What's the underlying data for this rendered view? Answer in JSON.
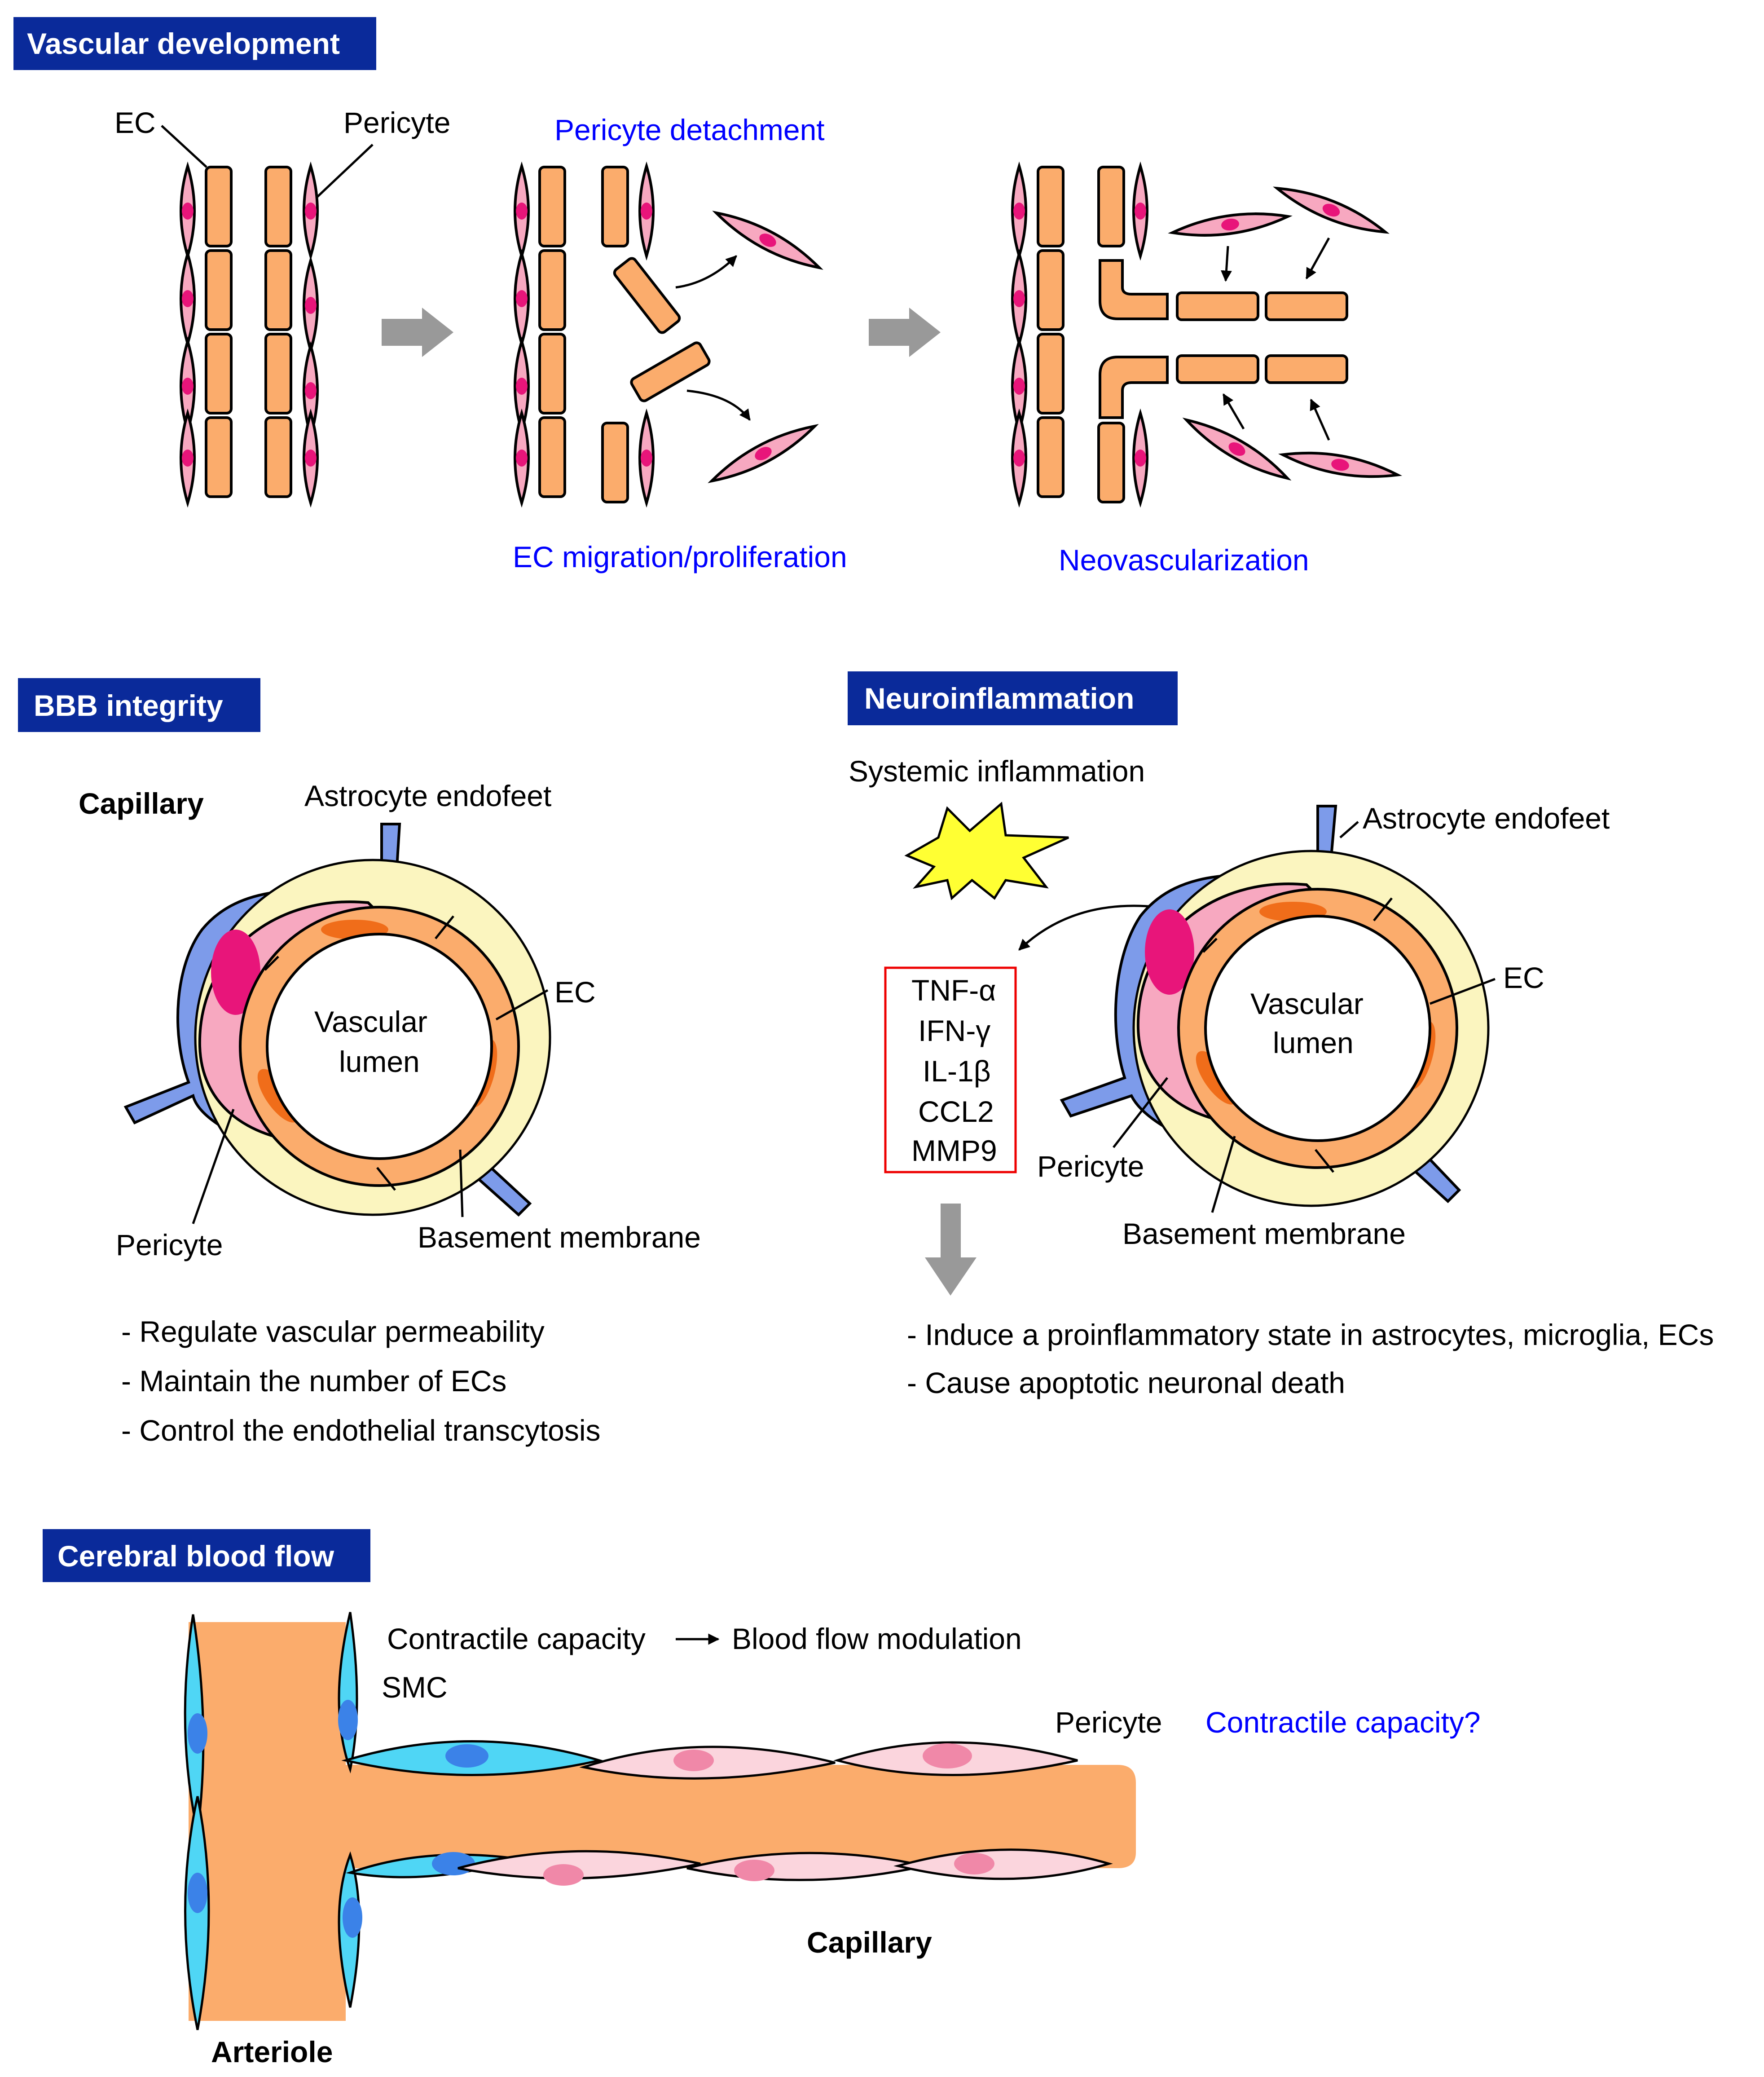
{
  "vascular_development": {
    "header": "Vascular development",
    "ec_label": "EC",
    "pericyte_label": "Pericyte",
    "step1": "Pericyte detachment",
    "step2": "EC migration/proliferation",
    "step3": "Neovascularization"
  },
  "bbb_integrity": {
    "header": "BBB integrity",
    "capillary": "Capillary",
    "astrocyte_endofeet": "Astrocyte endofeet",
    "ec": "EC",
    "lumen_line1": "Vascular",
    "lumen_line2": "lumen",
    "pericyte": "Pericyte",
    "basement_membrane": "Basement membrane",
    "functions": [
      "- Regulate vascular permeability",
      "- Maintain the number of ECs",
      "- Control the endothelial transcytosis"
    ]
  },
  "neuroinflammation": {
    "header": "Neuroinflammation",
    "systemic": "Systemic inflammation",
    "astrocyte_endofeet": "Astrocyte endofeet",
    "ec": "EC",
    "lumen_line1": "Vascular",
    "lumen_line2": "lumen",
    "pericyte": "Pericyte",
    "basement_membrane": "Basement membrane",
    "cytokines": [
      "TNF-α",
      "IFN-γ",
      "IL-1β",
      "CCL2",
      "MMP9"
    ],
    "effects": [
      "- Induce a proinflammatory state in astrocytes, microglia, ECs",
      "- Cause apoptotic neuronal death"
    ]
  },
  "cerebral_blood_flow": {
    "header": "Cerebral blood flow",
    "contractile": "Contractile capacity",
    "modulation": "Blood flow modulation",
    "smc": "SMC",
    "pericyte": "Pericyte",
    "question": "Contractile capacity?",
    "capillary": "Capillary",
    "arteriole": "Arteriole"
  },
  "colors": {
    "header_bg": "#0a2a9a",
    "ec": "#fbac6c",
    "pericyte": "#f7a8c0",
    "nucleus": "#e8157a",
    "astrocyte": "#7d9bea",
    "smc": "#4fd6f5",
    "blue_text": "#0000ff"
  }
}
